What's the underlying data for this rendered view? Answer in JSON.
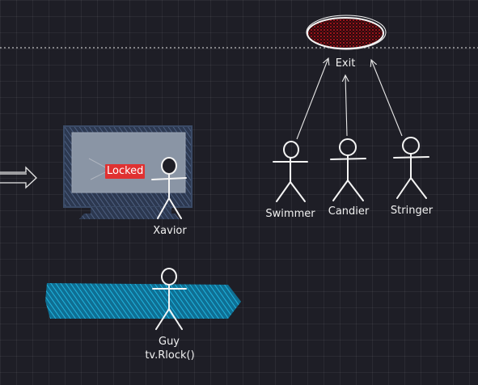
{
  "diagram": {
    "exit": {
      "label": "Exit"
    },
    "tv": {
      "badge": "Locked"
    },
    "actors": {
      "xavior": {
        "label": "Xavior"
      },
      "swimmer": {
        "label": "Swimmer"
      },
      "candier": {
        "label": "Candier"
      },
      "stringer": {
        "label": "Stringer"
      },
      "guy": {
        "label": "Guy",
        "action": "tv.Rlock()"
      }
    }
  },
  "colors": {
    "background": "#1e1e26",
    "stroke": "#f0f0f0",
    "exit_fill": "#b0121b",
    "tv_fill": "#3a4a63",
    "band_fill": "#1a9fc7",
    "badge": "#e03131"
  }
}
